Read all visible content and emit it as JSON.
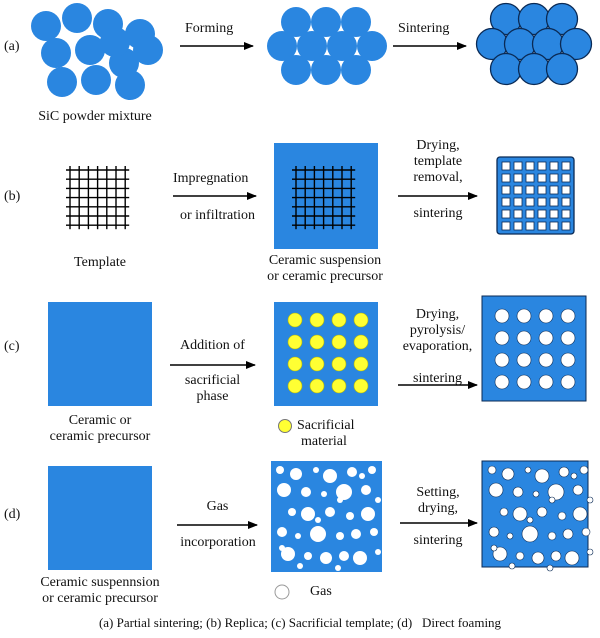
{
  "colors": {
    "blue": "#2a86e0",
    "yellow": "#ffff33",
    "white": "#ffffff",
    "outline": "#0a2a55"
  },
  "rows": {
    "a": {
      "label": "(a)",
      "start_caption": "SiC powder mixture",
      "arrow1": [
        "Forming"
      ],
      "arrow2": [
        "Sintering"
      ]
    },
    "b": {
      "label": "(b)",
      "start_caption": "Template",
      "arrow1_top": "Impregnation",
      "arrow1_bottom": "or infiltration",
      "mid_caption": [
        "Ceramic suspension",
        "or ceramic precursor"
      ],
      "arrow2_top": [
        "Drying,",
        "template",
        "removal,"
      ],
      "arrow2_bottom": "sintering"
    },
    "c": {
      "label": "(c)",
      "start_caption": [
        "Ceramic or",
        "ceramic precursor"
      ],
      "arrow1_top": "Addition of",
      "arrow1_bottom": [
        "sacrificial",
        "phase"
      ],
      "legend": [
        "Sacrificial",
        "material"
      ],
      "arrow2_top": [
        "Drying,",
        "pyrolysis/",
        "evaporation,"
      ],
      "arrow2_bottom": "sintering"
    },
    "d": {
      "label": "(d)",
      "start_caption": [
        "Ceramic suspennsion",
        "or ceramic precursor"
      ],
      "arrow1_top": "Gas",
      "arrow1_bottom": "incorporation",
      "legend": "Gas",
      "arrow2_top": [
        "Setting,",
        "drying,"
      ],
      "arrow2_bottom": "sintering"
    }
  },
  "caption": "(a) Partial sintering; (b) Replica; (c) Sacrificial template; (d)   Direct foaming"
}
